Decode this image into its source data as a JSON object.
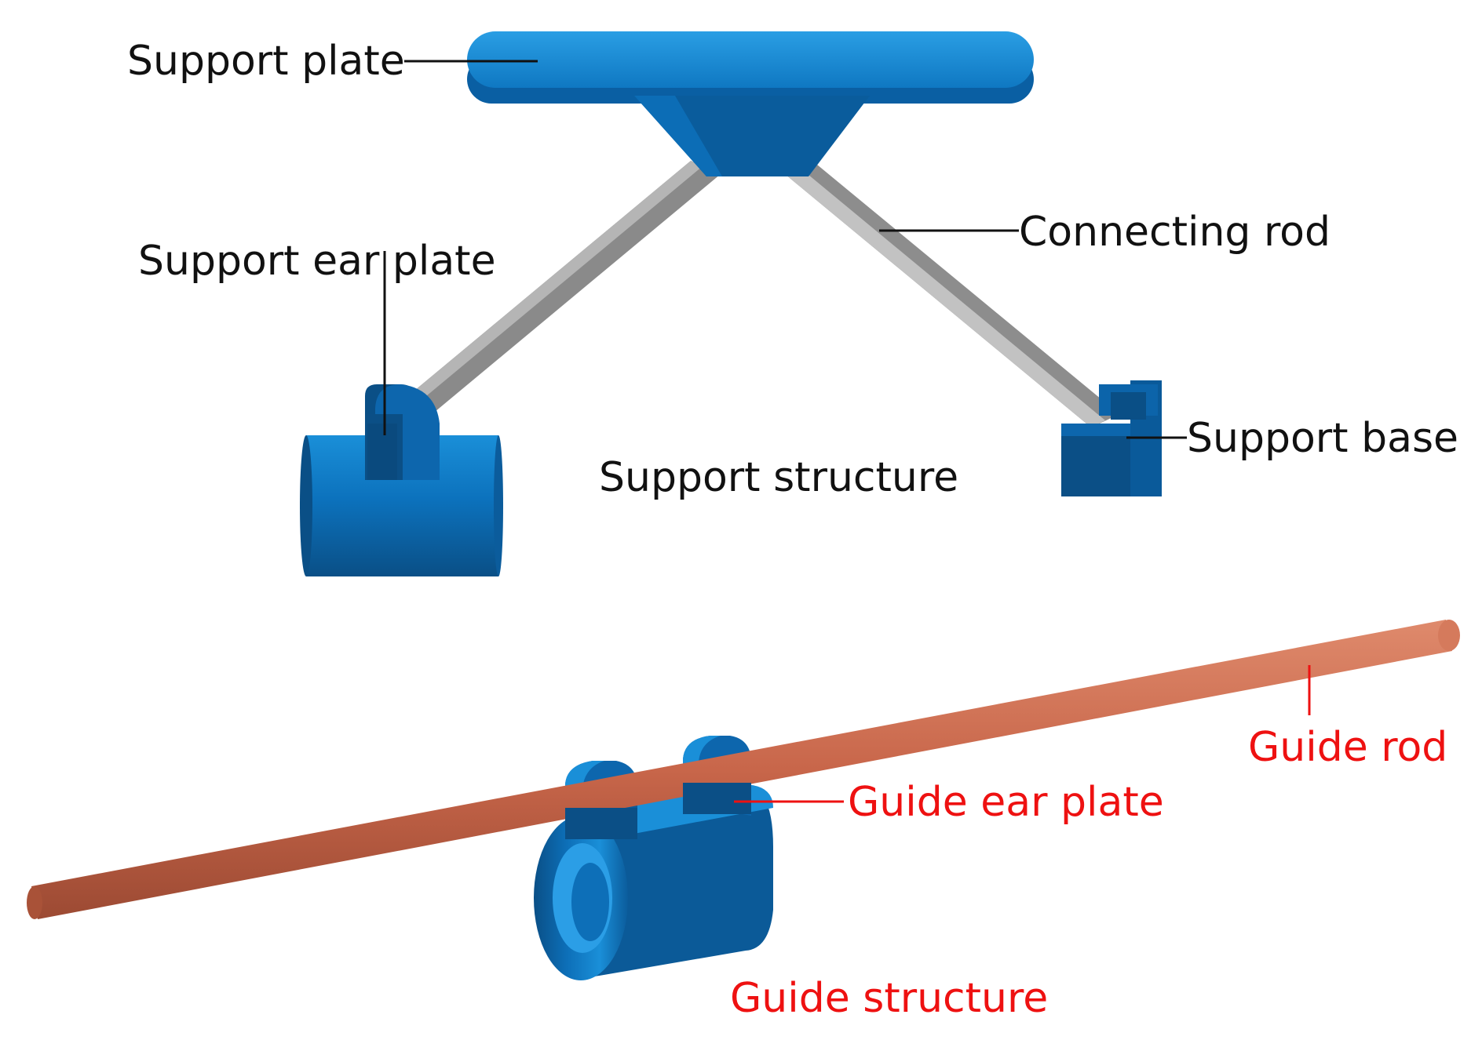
{
  "colors": {
    "blue_light": "#1a8fd8",
    "blue_mid": "#0a6db6",
    "blue_dark": "#0b4f86",
    "rod_gray": "#8f8f8f",
    "guide_rod": "#c8664a",
    "label_black": "#111111",
    "label_red": "#ee1111"
  },
  "support": {
    "support_plate": "Support plate",
    "connecting_rod": "Connecting rod",
    "support_ear_plate": "Support ear plate",
    "support_base": "Support base",
    "support_structure": "Support structure"
  },
  "guide": {
    "guide_rod": "Guide rod",
    "guide_ear_plate": "Guide ear plate",
    "guide_structure": "Guide structure"
  }
}
